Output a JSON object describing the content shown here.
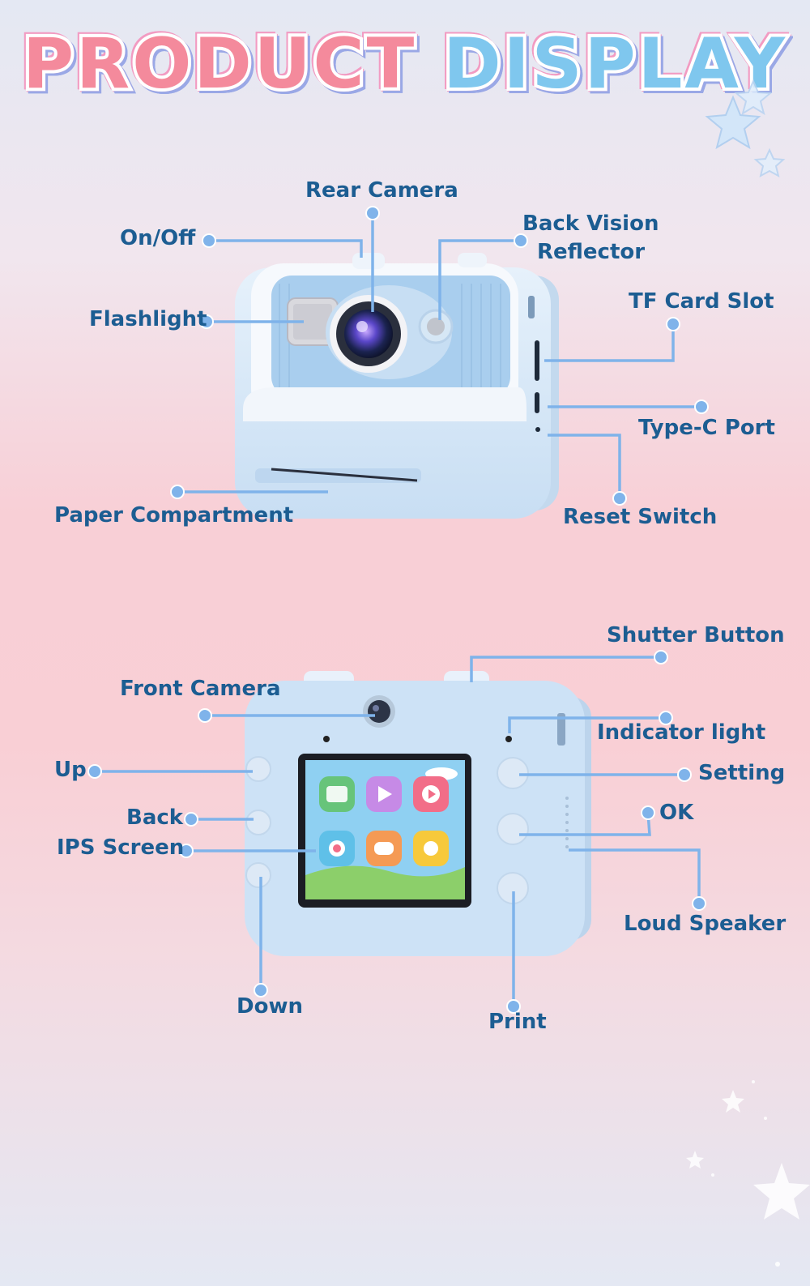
{
  "title": {
    "word1": "PRODUCT",
    "word2": "DISPLAY"
  },
  "back_view": {
    "rear_camera": "Rear Camera",
    "on_off": "On/Off",
    "back_vision_reflector_line1": "Back Vision",
    "back_vision_reflector_line2": "Reflector",
    "flashlight": "Flashlight",
    "tf_card_slot": "TF Card Slot",
    "type_c_port": "Type-C Port",
    "paper_compartment": "Paper Compartment",
    "reset_switch": "Reset Switch"
  },
  "front_view": {
    "shutter_button": "Shutter Button",
    "front_camera": "Front Camera",
    "indicator_light": "Indicator light",
    "up": "Up",
    "setting": "Setting",
    "back": "Back",
    "ok": "OK",
    "ips_screen": "IPS Screen",
    "loud_speaker": "Loud Speaker",
    "down": "Down",
    "print": "Print"
  },
  "colors": {
    "label_text": "#1c5d92",
    "callout_line": "#7fb3ea",
    "camera_body": "#d3e6f7",
    "title_pink": "#f48a9c",
    "title_blue": "#7fc7ee"
  }
}
